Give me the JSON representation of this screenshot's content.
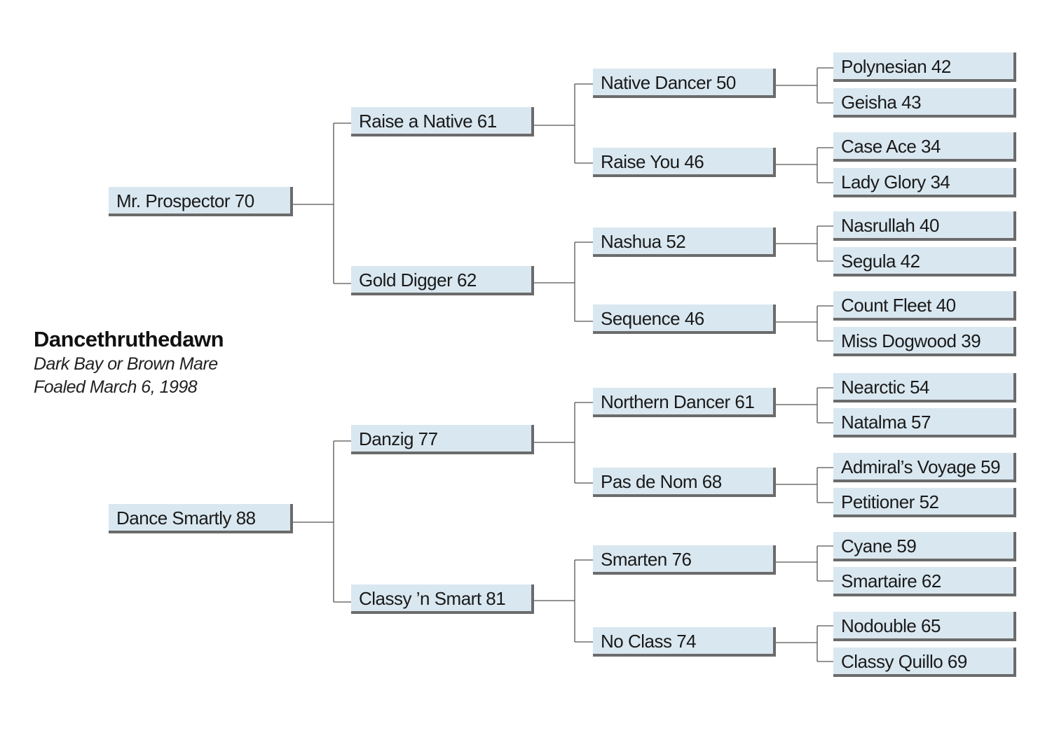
{
  "subject": {
    "name": "Dancethruthedawn",
    "description": "Dark Bay or Brown Mare",
    "foaled": "Foaled March 6, 1998"
  },
  "pedigree": {
    "sire": {
      "label": "Mr. Prospector 70",
      "sire": {
        "label": "Raise a Native 61",
        "sire": {
          "label": "Native Dancer 50",
          "sire": "Polynesian 42",
          "dam": "Geisha 43"
        },
        "dam": {
          "label": "Raise You 46",
          "sire": "Case Ace 34",
          "dam": "Lady Glory 34"
        }
      },
      "dam": {
        "label": "Gold Digger 62",
        "sire": {
          "label": "Nashua 52",
          "sire": "Nasrullah 40",
          "dam": "Segula 42"
        },
        "dam": {
          "label": "Sequence 46",
          "sire": "Count Fleet 40",
          "dam": "Miss Dogwood 39"
        }
      }
    },
    "dam": {
      "label": "Dance Smartly 88",
      "sire": {
        "label": "Danzig 77",
        "sire": {
          "label": "Northern Dancer 61",
          "sire": "Nearctic 54",
          "dam": "Natalma 57"
        },
        "dam": {
          "label": "Pas de Nom 68",
          "sire": "Admiral’s Voyage 59",
          "dam": "Petitioner 52"
        }
      },
      "dam": {
        "label": "Classy ’n Smart 81",
        "sire": {
          "label": "Smarten 76",
          "sire": "Cyane 59",
          "dam": "Smartaire 62"
        },
        "dam": {
          "label": "No Class 74",
          "sire": "Nodouble 65",
          "dam": "Classy Quillo 69"
        }
      }
    }
  },
  "colors": {
    "box_fill": "#d9e7f0",
    "box_shadow": "#6b6b6b",
    "connector": "#555555"
  }
}
